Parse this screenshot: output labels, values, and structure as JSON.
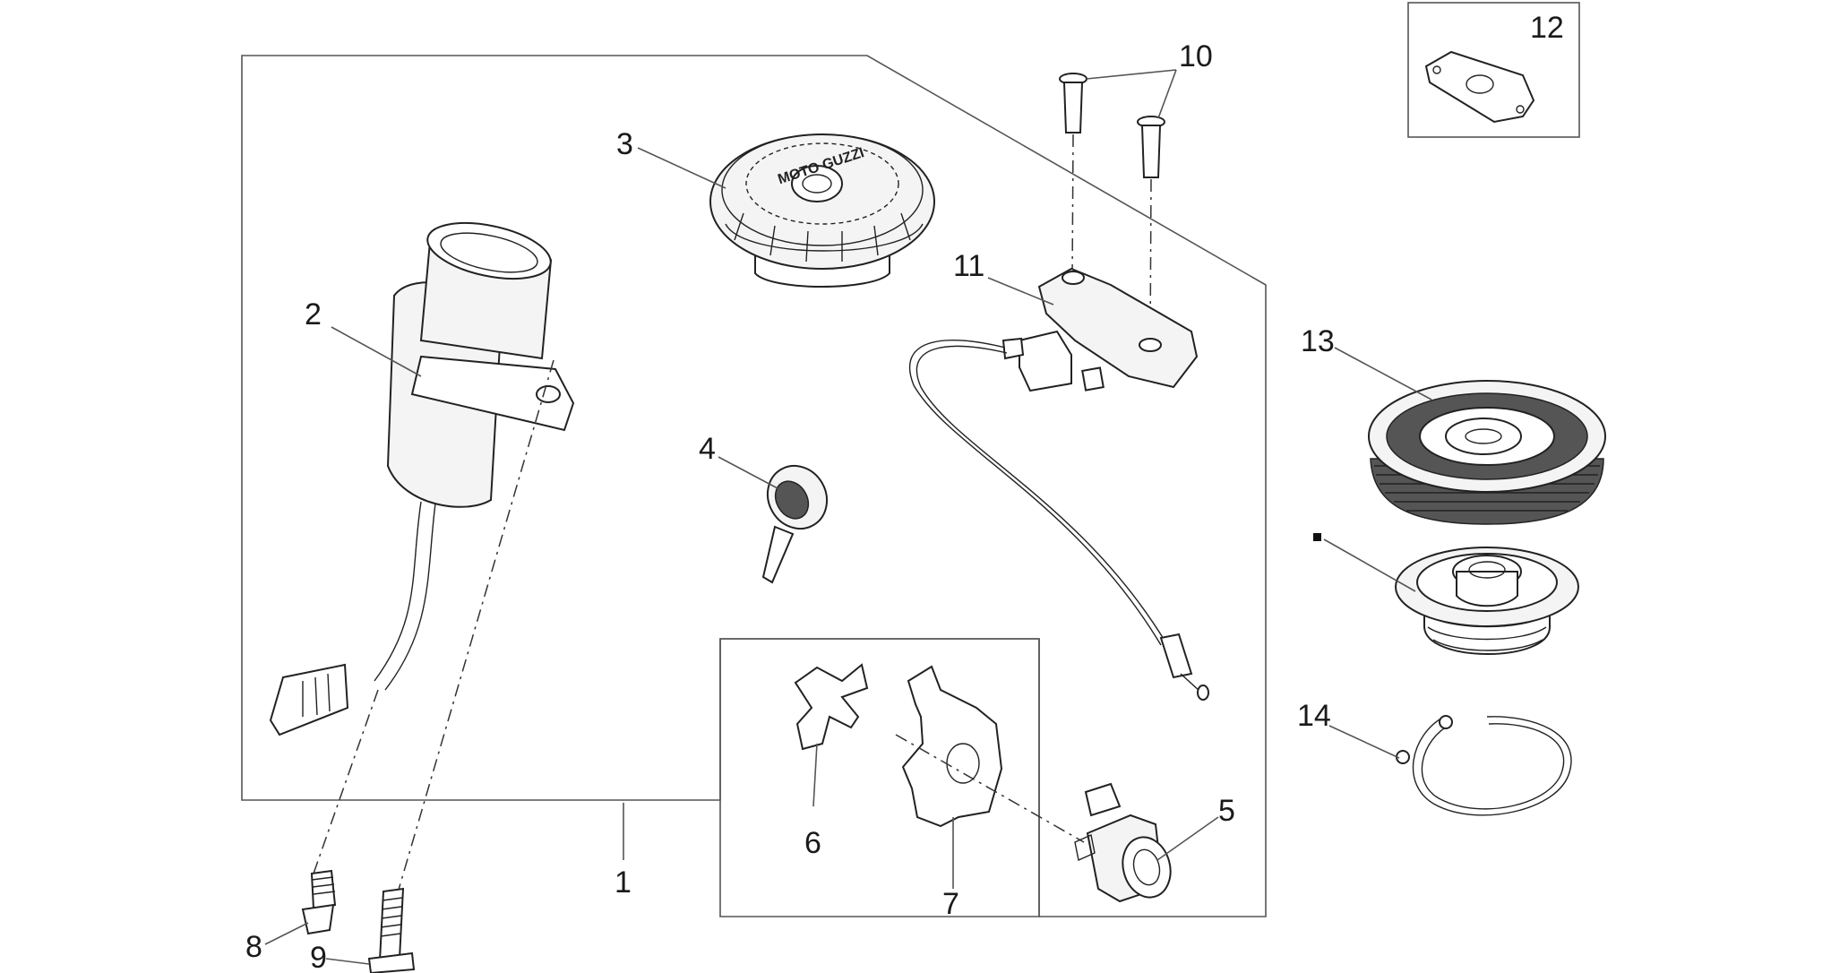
{
  "diagram": {
    "callouts": [
      {
        "id": "c1",
        "text": "1"
      },
      {
        "id": "c2",
        "text": "2"
      },
      {
        "id": "c3",
        "text": "3"
      },
      {
        "id": "c4",
        "text": "4"
      },
      {
        "id": "c5",
        "text": "5"
      },
      {
        "id": "c6",
        "text": "6"
      },
      {
        "id": "c7",
        "text": "7"
      },
      {
        "id": "c8",
        "text": "8"
      },
      {
        "id": "c9",
        "text": "9"
      },
      {
        "id": "c10",
        "text": "10"
      },
      {
        "id": "c11",
        "text": "11"
      },
      {
        "id": "c12",
        "text": "12"
      },
      {
        "id": "c13",
        "text": "13"
      },
      {
        "id": "c14",
        "text": "14"
      }
    ],
    "cap_logo_text": "MOTO GUZZI",
    "colors": {
      "line": "#222222",
      "leader": "#555555",
      "fill": "#f4f4f4"
    }
  }
}
